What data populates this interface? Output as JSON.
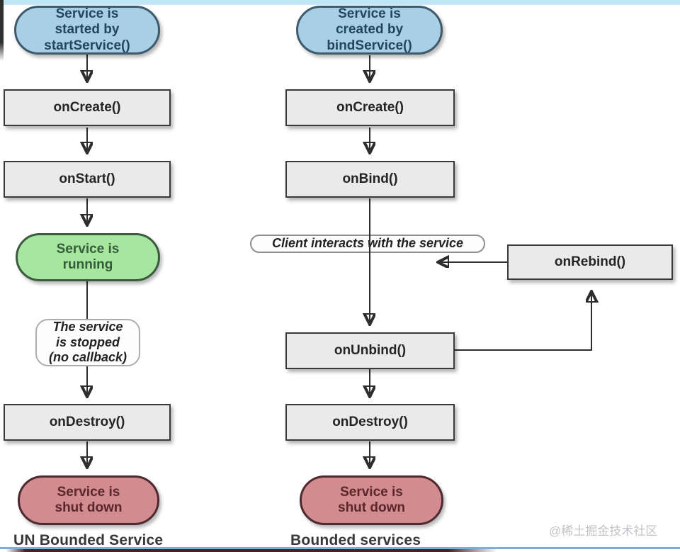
{
  "page": {
    "watermark": "@稀土掘金技术社区"
  },
  "colors": {
    "top_strip": "#c2e6f4",
    "blue_node_fill": "#a9cfe5",
    "green_node_fill": "#a5e79f",
    "red_node_fill": "#d28b8e",
    "callback_box_fill": "#eaeaea",
    "bottom_blue_line": "#79aede",
    "bottom_maroon_line": "#4a2024"
  },
  "left_flow": {
    "title": "UN Bounded Service",
    "start_node": "Service is\nstarted by\nstartService()",
    "oncreate": "onCreate()",
    "onstart": "onStart()",
    "running_node": "Service is\nrunning",
    "stopped_note": "The service\nis stopped\n(no callback)",
    "ondestroy": "onDestroy()",
    "shutdown_node": "Service is\nshut down"
  },
  "right_flow": {
    "title": "Bounded services",
    "start_node": "Service is\ncreated by\nbindService()",
    "oncreate": "onCreate()",
    "onbind": "onBind()",
    "client_note": "Client interacts with the service",
    "onunbind": "onUnbind()",
    "onrebind": "onRebind()",
    "ondestroy": "onDestroy()",
    "shutdown_node": "Service is\nshut down"
  }
}
